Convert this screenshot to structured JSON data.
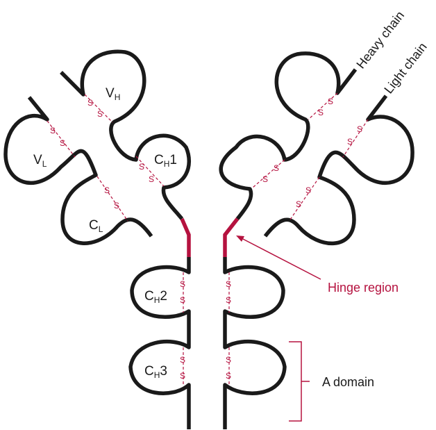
{
  "labels": {
    "heavy_chain": "Heavy chain",
    "light_chain": "Light chain",
    "hinge_region": "Hinge region",
    "a_domain": "A domain",
    "disulfide": "S"
  },
  "domains": {
    "vh": {
      "main": "V",
      "sub": "H",
      "tail": ""
    },
    "vl": {
      "main": "V",
      "sub": "L",
      "tail": ""
    },
    "ch1": {
      "main": "C",
      "sub": "H",
      "tail": "1"
    },
    "cl": {
      "main": "C",
      "sub": "L",
      "tail": ""
    },
    "ch2": {
      "main": "C",
      "sub": "H",
      "tail": "2"
    },
    "ch3": {
      "main": "C",
      "sub": "H",
      "tail": "3"
    }
  },
  "colors": {
    "chain": "#1a1a1a",
    "accent": "#b5123f"
  }
}
